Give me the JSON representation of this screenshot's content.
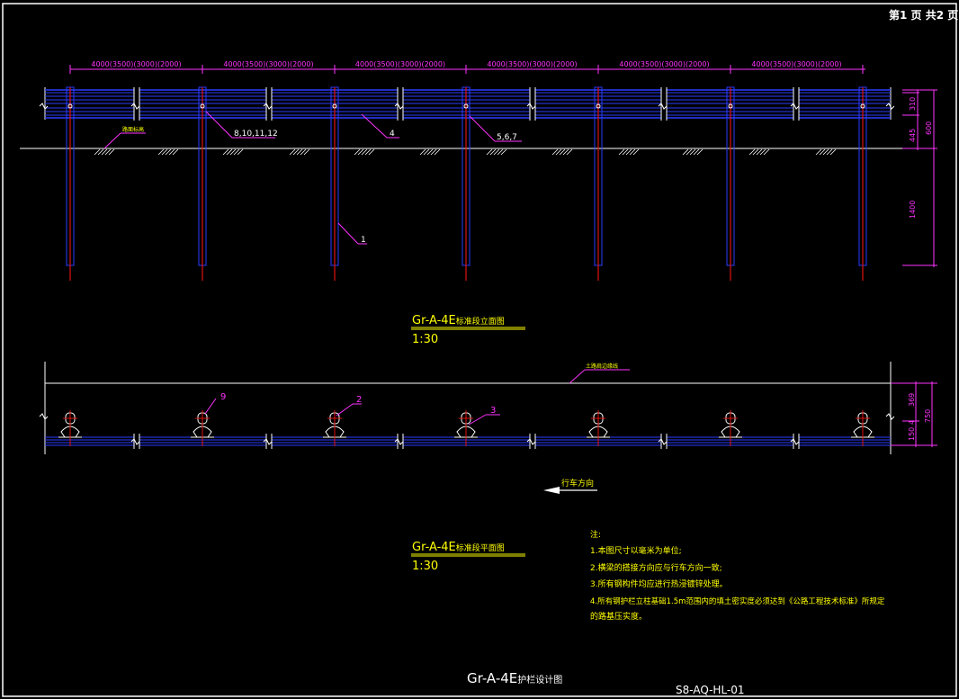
{
  "page_indicator": "第1 页 共2 页",
  "colors": {
    "background": "#000000",
    "frame": "#ffffff",
    "rail": "#2a3cff",
    "post": "#e01010",
    "dimension": "#ff33ff",
    "callout": "#ff33ff",
    "ground": "#ffffff",
    "label_yellow": "#ffff00"
  },
  "elevation": {
    "span_label": "4000(3500)(3000)(2000)",
    "callouts": {
      "bolts": "8,10,11,12",
      "rail_plate": "4",
      "fasteners": "5,6,7",
      "post": "1",
      "ground_label": "路面标高"
    },
    "right_dims": {
      "top": "310",
      "mid": "445",
      "total_upper": "600",
      "embed": "1400"
    },
    "title": "Gr-A-4E",
    "title_suffix": "标准段立面图",
    "scale": "1:30"
  },
  "plan": {
    "top_label": "土路肩边缘线",
    "callouts": {
      "a": "9",
      "b": "2",
      "c": "3"
    },
    "right_dims": {
      "a": "369",
      "b": "4",
      "c": "150",
      "total": "750"
    },
    "direction_label": "行车方向",
    "title": "Gr-A-4E",
    "title_suffix": "标准段平面图",
    "scale": "1:30"
  },
  "notes": {
    "heading": "注:",
    "items": [
      "1.本图尺寸以毫米为单位;",
      "2.横梁的搭接方向应与行车方向一致;",
      "3.所有钢构件均应进行热浸镀锌处理。",
      "4.所有钢护栏立柱基础1.5m范围内的填土密实度必须达到《公路工程技术标准》所规定",
      "的路基压实度。"
    ]
  },
  "drawing_title": "Gr-A-4E",
  "drawing_title_suffix": "护栏设计图",
  "drawing_number": "S8-AQ-HL-01"
}
